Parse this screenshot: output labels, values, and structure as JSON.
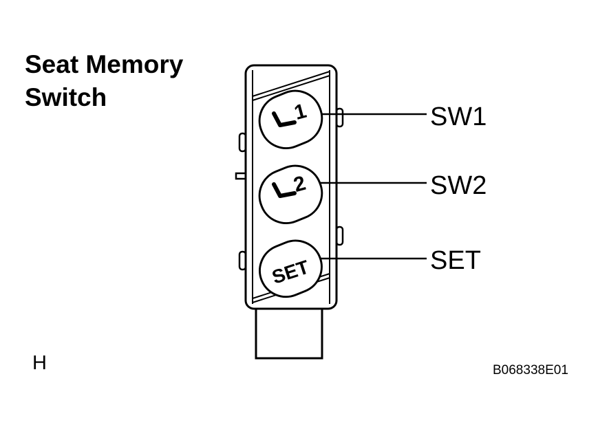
{
  "title": {
    "line1": "Seat Memory",
    "line2": "Switch"
  },
  "callouts": {
    "sw1": "SW1",
    "sw2": "SW2",
    "set": "SET"
  },
  "buttons": {
    "button1_number": "1",
    "button2_number": "2",
    "set_label": "SET"
  },
  "corner_mark": "H",
  "figure_code": "B068338E01",
  "icons": {
    "seat": "seat-icon"
  }
}
